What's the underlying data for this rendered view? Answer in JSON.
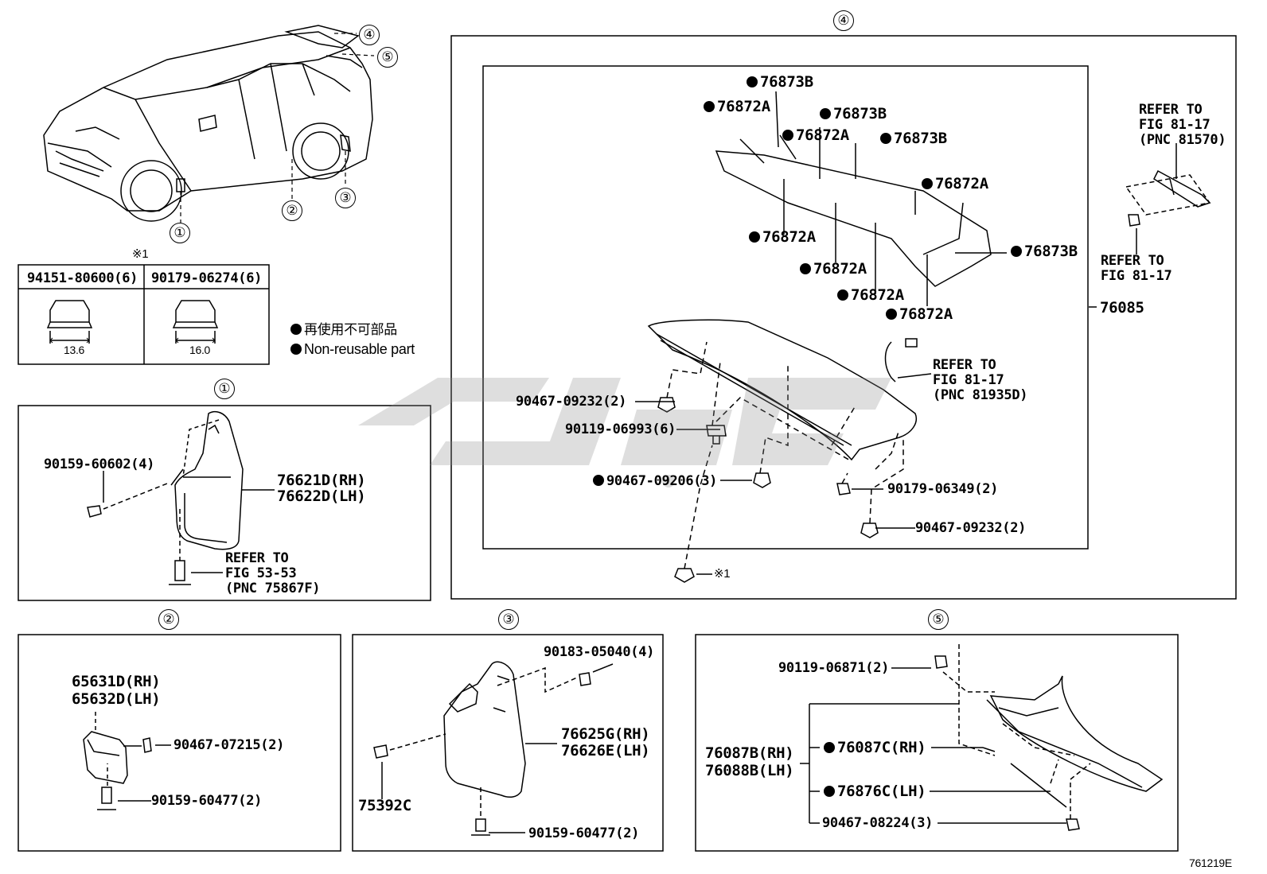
{
  "drawing_code": "761219E",
  "ref_mark": "※1",
  "legend": {
    "japanese": "再使用不可部品",
    "english": "Non-reusable part"
  },
  "nut_table": {
    "mark": "※1",
    "columns": [
      {
        "part": "94151-80600(6)",
        "dimension": "13.6"
      },
      {
        "part": "90179-06274(6)",
        "dimension": "16.0"
      }
    ]
  },
  "overview_callouts": [
    "①",
    "②",
    "③",
    "④",
    "⑤"
  ],
  "section1": {
    "number": "①",
    "screw": "90159-60602(4)",
    "mudguard_rh": "76621D(RH)",
    "mudguard_lh": "76622D(LH)",
    "refer_1": "REFER TO",
    "refer_2": "FIG 53-53",
    "refer_3": "(PNC 75867F)"
  },
  "section2": {
    "number": "②",
    "part_rh": "65631D(RH)",
    "part_lh": "65632D(LH)",
    "clip": "90467-07215(2)",
    "screw": "90159-60477(2)"
  },
  "section3": {
    "number": "③",
    "nut": "90183-05040(4)",
    "mudguard_rh": "76625G(RH)",
    "mudguard_lh": "76626E(LH)",
    "bolt": "75392C",
    "screw": "90159-60477(2)"
  },
  "section4": {
    "number": "④",
    "seals": [
      "76873B",
      "76872A",
      "76873B",
      "76872A",
      "76873B",
      "76872A",
      "76872A",
      "76872A",
      "76872A",
      "76872A",
      "76873B"
    ],
    "assembly": "76085",
    "refer_top_1": "REFER TO",
    "refer_top_2": "FIG 81-17",
    "refer_top_3": "(PNC 81570)",
    "refer_mid_1": "REFER TO",
    "refer_mid_2": "FIG 81-17",
    "refer_wire_1": "REFER TO",
    "refer_wire_2": "FIG 81-17",
    "refer_wire_3": "(PNC 81935D)",
    "clip_a": "90467-09232(2)",
    "grommet": "90119-06993(6)",
    "clip_b": "90467-09206(3)",
    "nut": "90179-06349(2)",
    "clip_c": "90467-09232(2)",
    "nut_ref": "※1"
  },
  "section5": {
    "number": "⑤",
    "screw": "90119-06871(2)",
    "cover_rh": "76087B(RH)",
    "cover_lh": "76088B(LH)",
    "seal_rh": "76087C(RH)",
    "seal_lh": "76876C(LH)",
    "clip": "90467-08224(3)"
  },
  "colors": {
    "line": "#000000",
    "watermark": "#8a8a8a",
    "background": "#ffffff"
  }
}
